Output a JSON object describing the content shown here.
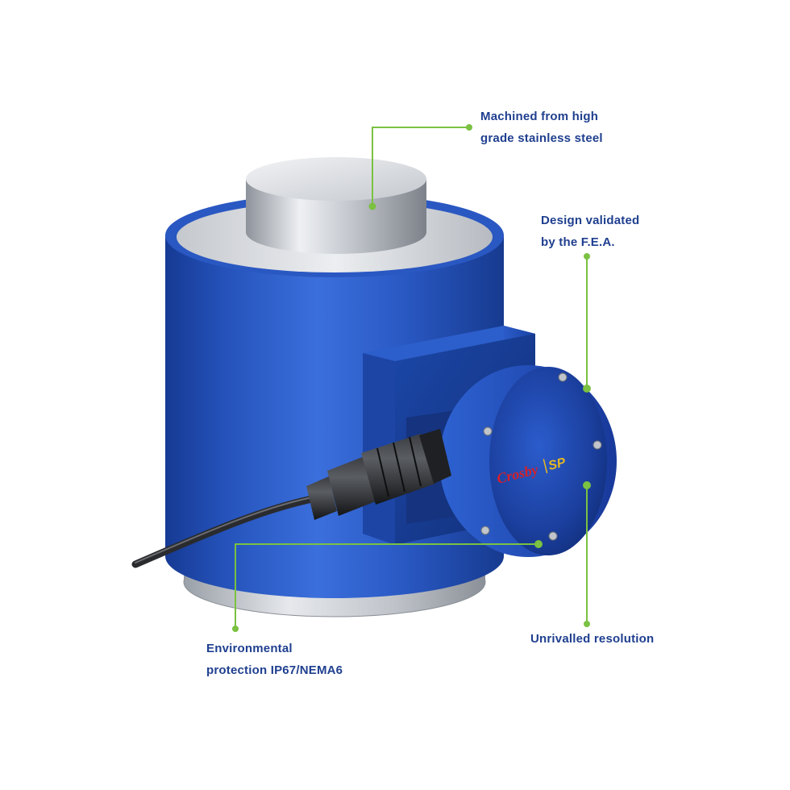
{
  "callouts": {
    "steel": {
      "line1": "Machined from high",
      "line2": "grade stainless steel"
    },
    "fea": {
      "line1": "Design validated",
      "line2": "by the F.E.A."
    },
    "resolution": {
      "line1": "Unrivalled resolution"
    },
    "environmental": {
      "line1": "Environmental",
      "line2": "protection IP67/NEMA6"
    }
  },
  "logo": {
    "brand": "Crosby",
    "mark": "SP"
  },
  "colors": {
    "body_blue": "#2a55b8",
    "steel": "#c9ccd2",
    "callout_text": "#1f3f8f",
    "leader_green": "#7bc142",
    "logo_red": "#d4202a",
    "logo_gold": "#e8b820"
  },
  "icons": {
    "product": "load-cell-illustration",
    "cable": "cable-connector"
  }
}
